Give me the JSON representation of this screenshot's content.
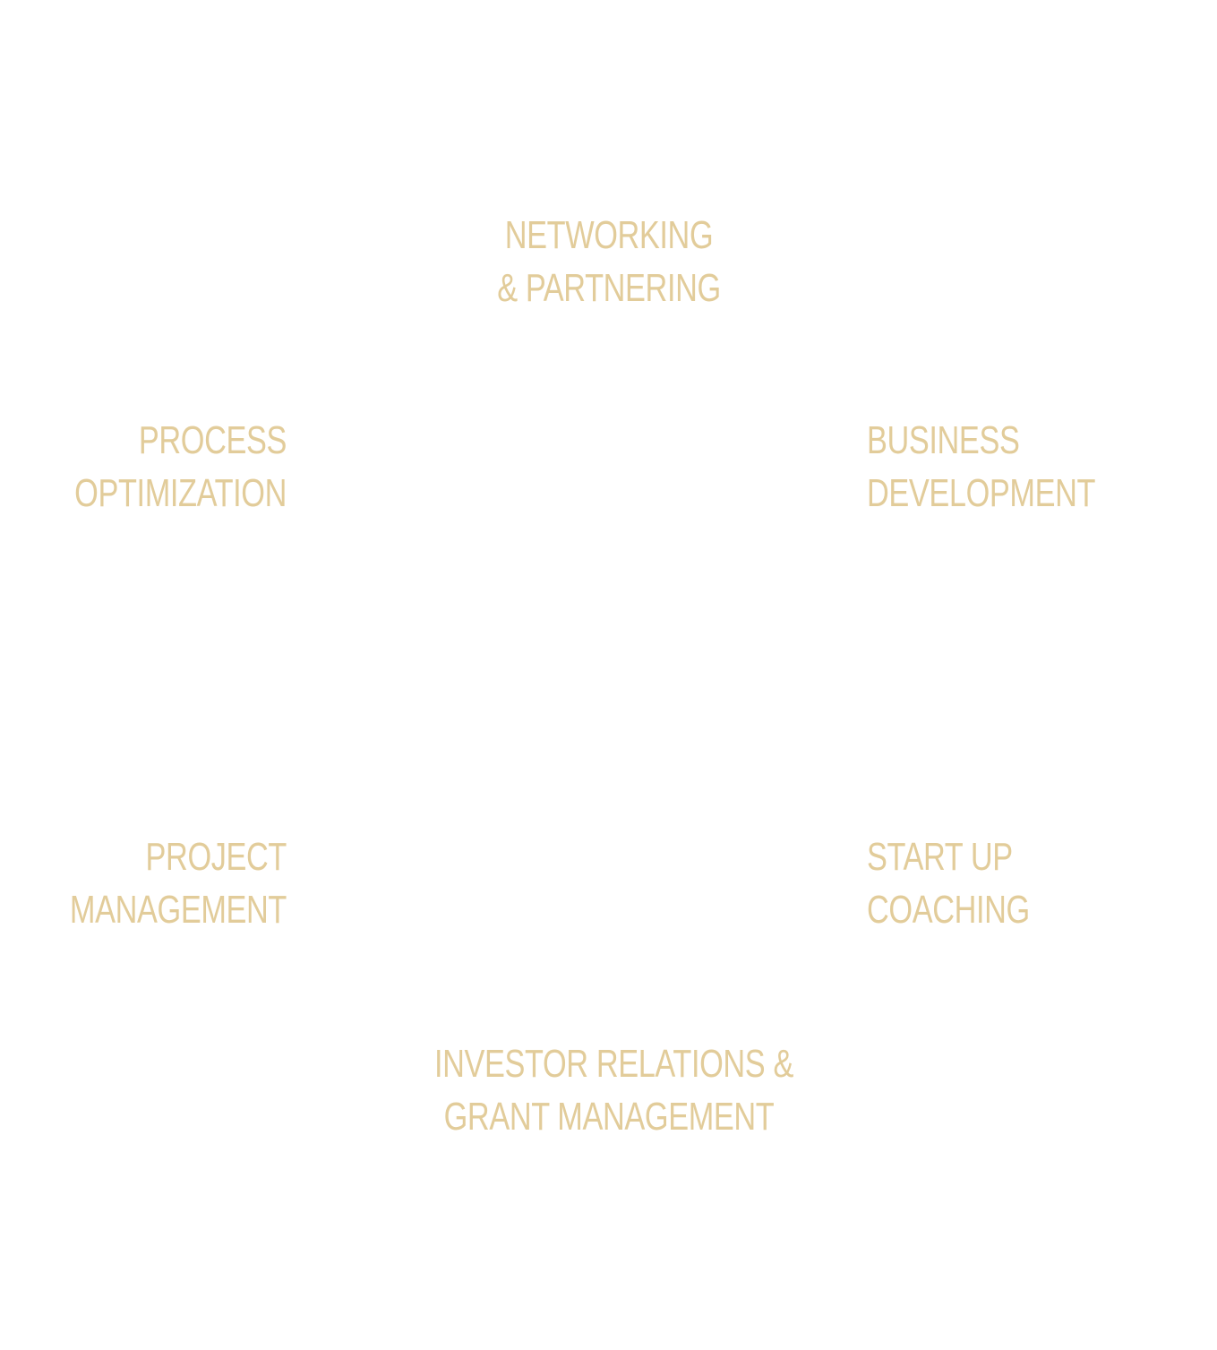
{
  "style": {
    "text_color": "#e2cc9a",
    "background": "#ffffff"
  },
  "nodes": [
    {
      "lines": [
        "NETWORKING",
        "& PARTNERING"
      ]
    },
    {
      "lines": [
        "BUSINESS",
        "DEVELOPMENT"
      ]
    },
    {
      "lines": [
        "START UP",
        "COACHING"
      ]
    },
    {
      "lines": [
        "INVESTOR RELATIONS &",
        "GRANT MANAGEMENT"
      ]
    },
    {
      "lines": [
        "PROJECT",
        "MANAGEMENT"
      ]
    },
    {
      "lines": [
        "PROCESS",
        "OPTIMIZATION"
      ]
    }
  ]
}
